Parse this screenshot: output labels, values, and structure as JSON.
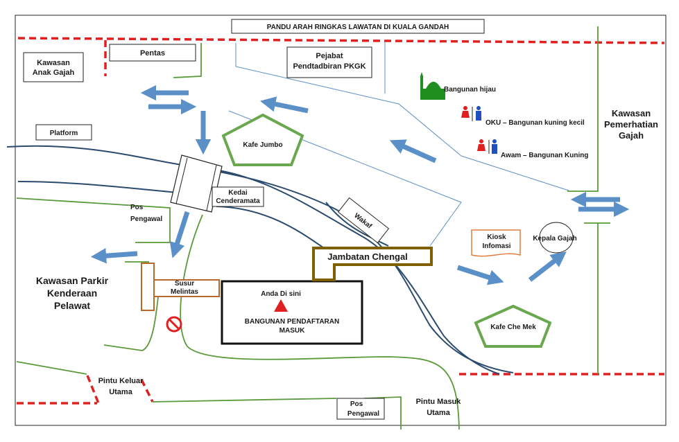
{
  "title": "PANDU ARAH RINGKAS LAWATAN DI KUALA GANDAH",
  "areas": {
    "pentas": "Pentas",
    "anak_gajah": [
      "Kawasan",
      "Anak Gajah"
    ],
    "pejabat": [
      "Pejabat",
      "Pendtadbiran PKGK"
    ],
    "platform": "Platform",
    "pemerhatian": [
      "Kawasan",
      "Pemerhatian",
      "Gajah"
    ],
    "kedai": [
      "Kedai",
      "Cenderamata"
    ],
    "pos_pengawal_1": [
      "Pos",
      "Pengawal"
    ],
    "pos_pengawal_2": [
      "Pos",
      "Pengawal"
    ],
    "parkir": [
      "Kawasan Parkir",
      "Kenderaan",
      "Pelawat"
    ],
    "susur": [
      "Susur",
      "Melintas"
    ],
    "pendaftaran": [
      "BANGUNAN PENDAFTARAN",
      "MASUK"
    ],
    "anda_di_sini": "Anda Di sini",
    "jambatan": "Jambatan Chengal",
    "wakaf": "Wakaf",
    "kiosk": [
      "Kiosk",
      "Infomasi"
    ],
    "kepala_gajah": "Kepala Gajah",
    "kafe_jumbo": "Kafe Jumbo",
    "kafe_che_mek": "Kafe Che Mek",
    "pintu_keluar": [
      "Pintu Keluar",
      "Utama"
    ],
    "pintu_masuk": [
      "Pintu Masuk",
      "Utama"
    ]
  },
  "legend": {
    "mosque": "Bangunan hijau",
    "oku": "OKU – Bangunan kuning kecil",
    "awam": "Awam – Bangunan Kuning"
  },
  "colors": {
    "boundary": "#e02020",
    "grass_line": "#5a9a3a",
    "river": "#2a4a6e",
    "arrow": "#5b8fc7",
    "cafe": "#6aa84f",
    "bridge": "#7f6000",
    "kiosk": "#e07b39",
    "mosque": "#1f8f1f"
  },
  "icons": [
    "mosque-icon",
    "toilet-icon",
    "no-entry-icon",
    "you-are-here-icon"
  ]
}
